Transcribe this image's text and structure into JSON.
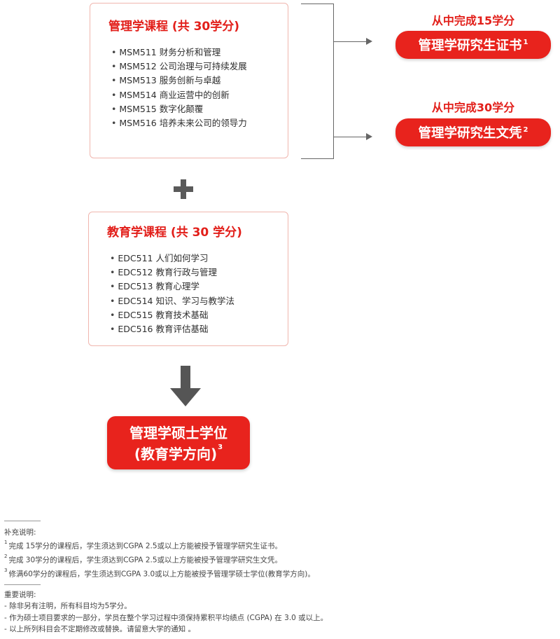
{
  "management": {
    "title": "管理学课程 (共 30学分)",
    "courses": [
      "MSM511 财务分析和管理",
      "MSM512 公司治理与可持续发展",
      "MSM513 服务创新与卓越",
      "MSM514 商业运营中的创新",
      "MSM515 数字化颠覆",
      "MSM516 培养未来公司的领导力"
    ]
  },
  "education": {
    "title": "教育学课程 (共 30 学分)",
    "courses": [
      "EDC511 人们如何学习",
      "EDC512 教育行政与管理",
      "EDC513 教育心理学",
      "EDC514 知识、学习与教学法",
      "EDC515 教育技术基础",
      "EDC516 教育评估基础"
    ]
  },
  "outcomes": [
    {
      "label": "从中完成15学分",
      "award": "管理学研究生证书",
      "note_mark": "1"
    },
    {
      "label": "从中完成30学分",
      "award": "管理学研究生文凭",
      "note_mark": "2"
    }
  ],
  "degree": {
    "line1": "管理学硕士学位",
    "line2": "(教育学方向)",
    "note_mark": "3"
  },
  "supplementary": {
    "heading": "补充说明:",
    "notes": [
      {
        "mark": "1",
        "text": "完成 15学分的课程后，学生须达到CGPA 2.5或以上方能被授予管理学研究生证书。"
      },
      {
        "mark": "2",
        "text": "完成 30学分的课程后，学生须达到CGPA 2.5或以上方能被授予管理学研究生文凭。"
      },
      {
        "mark": "3",
        "text": "修满60学分的课程后，学生须达到CGPA 3.0或以上方能被授予管理学硕士学位(教育学方向)。"
      }
    ]
  },
  "important": {
    "heading": "重要说明:",
    "notes": [
      "- 除非另有注明，所有科目均为5学分。",
      "- 作为硕士项目要求的一部分，学员在整个学习过程中须保持累积平均绩点 (CGPA) 在 3.0 或以上。",
      "- 以上所列科目会不定期修改或替换。请留意大学的通知 。"
    ]
  },
  "colors": {
    "accent": "#e8231d",
    "box_border": "#f0b6ae",
    "arrow": "#666666"
  }
}
